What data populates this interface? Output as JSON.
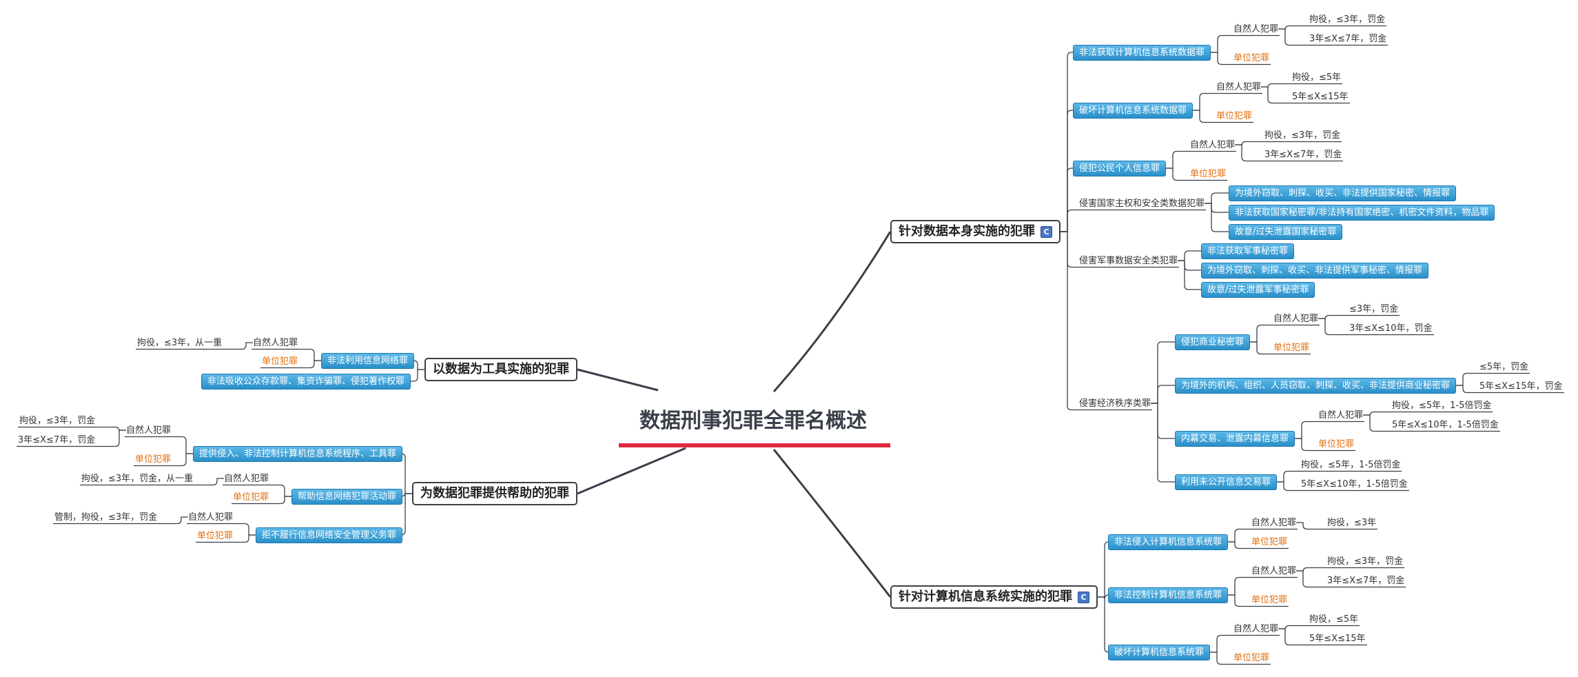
{
  "root": {
    "label": "数据刑事犯罪全罪名概述"
  },
  "colors": {
    "accent_bar": "#e02840",
    "branch_line": "#3a3f4a",
    "node_blue": "#2a8fc9",
    "unit_crime_text": "#e07010"
  },
  "icons": {
    "note": "c-note-icon"
  },
  "branches": [
    {
      "label": "针对数据本身实施的犯罪",
      "children": [
        {
          "label": "非法获取计算机信息系统数据罪",
          "children": [
            {
              "label": "自然人犯罪",
              "children": [
                {
                  "label": "拘役，≤3年，罚金"
                },
                {
                  "label": "3年≤X≤7年，罚金"
                }
              ]
            },
            {
              "label": "单位犯罪"
            }
          ]
        },
        {
          "label": "破坏计算机信息系统数据罪",
          "children": [
            {
              "label": "自然人犯罪",
              "children": [
                {
                  "label": "拘役，≤5年"
                },
                {
                  "label": "5年≤X≤15年"
                }
              ]
            },
            {
              "label": "单位犯罪"
            }
          ]
        },
        {
          "label": "侵犯公民个人信息罪",
          "children": [
            {
              "label": "自然人犯罪",
              "children": [
                {
                  "label": "拘役，≤3年，罚金"
                },
                {
                  "label": "3年≤X≤7年，罚金"
                }
              ]
            },
            {
              "label": "单位犯罪"
            }
          ]
        },
        {
          "label": "侵害国家主权和安全类数据犯罪",
          "children": [
            {
              "label": "为境外窃取、刺探、收买、非法提供国家秘密、情报罪"
            },
            {
              "label": "非法获取国家秘密罪/非法持有国家绝密、机密文件资料，物品罪"
            },
            {
              "label": "故意/过失泄露国家秘密罪"
            }
          ]
        },
        {
          "label": "侵害军事数据安全类犯罪",
          "children": [
            {
              "label": "非法获取军事秘密罪"
            },
            {
              "label": "为境外窃取、刺探、收买、非法提供军事秘密、情报罪"
            },
            {
              "label": "故意/过失泄露军事秘密罪"
            }
          ]
        },
        {
          "label": "侵害经济秩序类罪",
          "children": [
            {
              "label": "侵犯商业秘密罪",
              "children": [
                {
                  "label": "自然人犯罪",
                  "children": [
                    {
                      "label": "≤3年，罚金"
                    },
                    {
                      "label": "3年≤X≤10年，罚金"
                    }
                  ]
                },
                {
                  "label": "单位犯罪"
                }
              ]
            },
            {
              "label": "为境外的机构、组织、人员窃取、刺探、收买、非法提供商业秘密罪",
              "children": [
                {
                  "label": "≤5年，罚金"
                },
                {
                  "label": "5年≤X≤15年，罚金"
                }
              ]
            },
            {
              "label": "内幕交易、泄露内幕信息罪",
              "children": [
                {
                  "label": "自然人犯罪",
                  "children": [
                    {
                      "label": "拘役，≤5年，1-5倍罚金"
                    },
                    {
                      "label": "5年≤X≤10年，1-5倍罚金"
                    }
                  ]
                },
                {
                  "label": "单位犯罪"
                }
              ]
            },
            {
              "label": "利用未公开信息交易罪",
              "children": [
                {
                  "label": "拘役，≤5年，1-5倍罚金"
                },
                {
                  "label": "5年≤X≤10年，1-5倍罚金"
                }
              ]
            }
          ]
        }
      ]
    },
    {
      "label": "针对计算机信息系统实施的犯罪",
      "children": [
        {
          "label": "非法侵入计算机信息系统罪",
          "children": [
            {
              "label": "自然人犯罪",
              "children": [
                {
                  "label": "拘役，≤3年"
                }
              ]
            },
            {
              "label": "单位犯罪"
            }
          ]
        },
        {
          "label": "非法控制计算机信息系统罪",
          "children": [
            {
              "label": "自然人犯罪",
              "children": [
                {
                  "label": "拘役，≤3年，罚金"
                },
                {
                  "label": "3年≤X≤7年，罚金"
                }
              ]
            },
            {
              "label": "单位犯罪"
            }
          ]
        },
        {
          "label": "破坏计算机信息系统罪",
          "children": [
            {
              "label": "自然人犯罪",
              "children": [
                {
                  "label": "拘役，≤5年"
                },
                {
                  "label": "5年≤X≤15年"
                }
              ]
            },
            {
              "label": "单位犯罪"
            }
          ]
        }
      ]
    },
    {
      "label": "以数据为工具实施的犯罪",
      "children": [
        {
          "label": "非法利用信息网络罪",
          "children": [
            {
              "label": "自然人犯罪",
              "children": [
                {
                  "label": "拘役，≤3年，从一重"
                }
              ]
            },
            {
              "label": "单位犯罪"
            }
          ]
        },
        {
          "label": "非法吸收公众存款罪、集资诈骗罪、侵犯著作权罪"
        }
      ]
    },
    {
      "label": "为数据犯罪提供帮助的犯罪",
      "children": [
        {
          "label": "提供侵入、非法控制计算机信息系统程序、工具罪",
          "children": [
            {
              "label": "自然人犯罪",
              "children": [
                {
                  "label": "拘役，≤3年，罚金"
                },
                {
                  "label": "3年≤X≤7年，罚金"
                }
              ]
            },
            {
              "label": "单位犯罪"
            }
          ]
        },
        {
          "label": "帮助信息网络犯罪活动罪",
          "children": [
            {
              "label": "自然人犯罪",
              "children": [
                {
                  "label": "拘役，≤3年，罚金，从一重"
                }
              ]
            },
            {
              "label": "单位犯罪"
            }
          ]
        },
        {
          "label": "拒不履行信息网络安全管理义务罪",
          "children": [
            {
              "label": "自然人犯罪",
              "children": [
                {
                  "label": "管制，拘役，≤3年，罚金"
                }
              ]
            },
            {
              "label": "单位犯罪"
            }
          ]
        }
      ]
    }
  ]
}
